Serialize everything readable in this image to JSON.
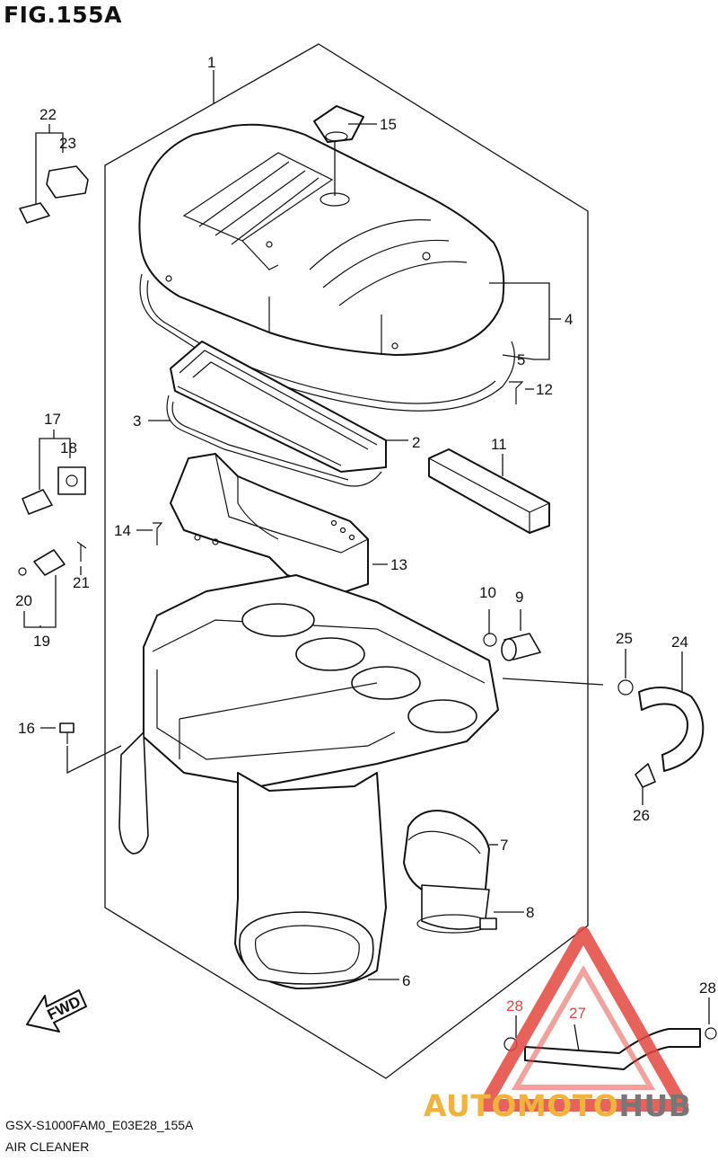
{
  "figure_title": "FIG.155A",
  "model_code": "GSX-S1000FAM0_E03E28_155A",
  "section_name": "AIR CLEANER",
  "fwd_label": "FWD",
  "callouts": {
    "c1": "1",
    "c2": "2",
    "c3": "3",
    "c4": "4",
    "c5": "5",
    "c6": "6",
    "c7": "7",
    "c8": "8",
    "c9": "9",
    "c10": "10",
    "c11": "11",
    "c12": "12",
    "c13": "13",
    "c14": "14",
    "c15": "15",
    "c16": "16",
    "c17": "17",
    "c18": "18",
    "c19": "19",
    "c20": "20",
    "c21": "21",
    "c22": "22",
    "c23": "23",
    "c24": "24",
    "c25": "25",
    "c26": "26",
    "c27": "27",
    "c28a": "28",
    "c28b": "28"
  },
  "watermark": {
    "part1": "AUTOMOTO",
    "part2": "HUB",
    "color_red": "#e2473f",
    "color_gold": "#f0b33c",
    "color_gray": "#777777"
  }
}
